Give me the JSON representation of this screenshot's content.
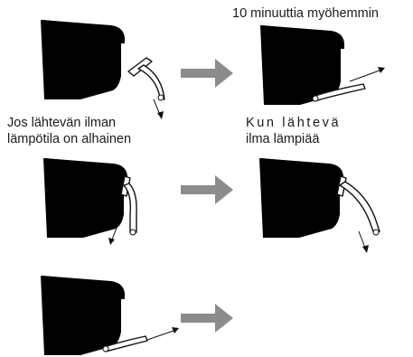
{
  "labels": {
    "after_10_min": "10 minuuttia myöhemmin",
    "low_temp_line1": "Jos lähtevän ilman",
    "low_temp_line2": "lämpötila on alhainen",
    "warm_line1": "Kun lähtevä",
    "warm_line2": "ilma lämpiää"
  },
  "colors": {
    "transition_arrow": "#8c8c8c",
    "outline": "#111111"
  }
}
